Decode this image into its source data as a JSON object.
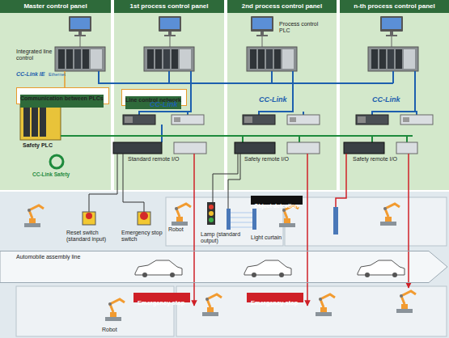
{
  "diagram": {
    "nodes": [
      {
        "text": [
          "Master control panel"
        ]
      },
      {
        "text": [
          "1st process control panel"
        ]
      },
      {
        "text": [
          "2nd process control panel"
        ]
      },
      {
        "text": [
          "n-th process control panel"
        ]
      },
      {
        "text": [
          "Communication between PLCs"
        ],
        "in": 0
      },
      {
        "text": [
          "Line control network"
        ],
        "in": 1
      },
      {
        "text": [
          "Object detection"
        ]
      },
      {
        "text": [
          "Automobile assembly line"
        ]
      },
      {
        "text": [
          "Emergency stop"
        ]
      },
      {
        "text": [
          "Emergency stop"
        ]
      }
    ],
    "labels": [
      "Integrated line control",
      "CC-Link IE",
      "Ethernet",
      "Process control PLC",
      "CC-Link",
      "CC-Link",
      "CC-Link",
      "Safety PLC",
      "CC-Link Safety",
      "Standard remote I/O",
      "Safety remote I/O",
      "Safety remote I/O",
      "Lamp (standard output)",
      "Light curtain",
      "Reset switch (standard input)",
      "Emergency stop switch",
      "Robot",
      "Robot"
    ]
  }
}
